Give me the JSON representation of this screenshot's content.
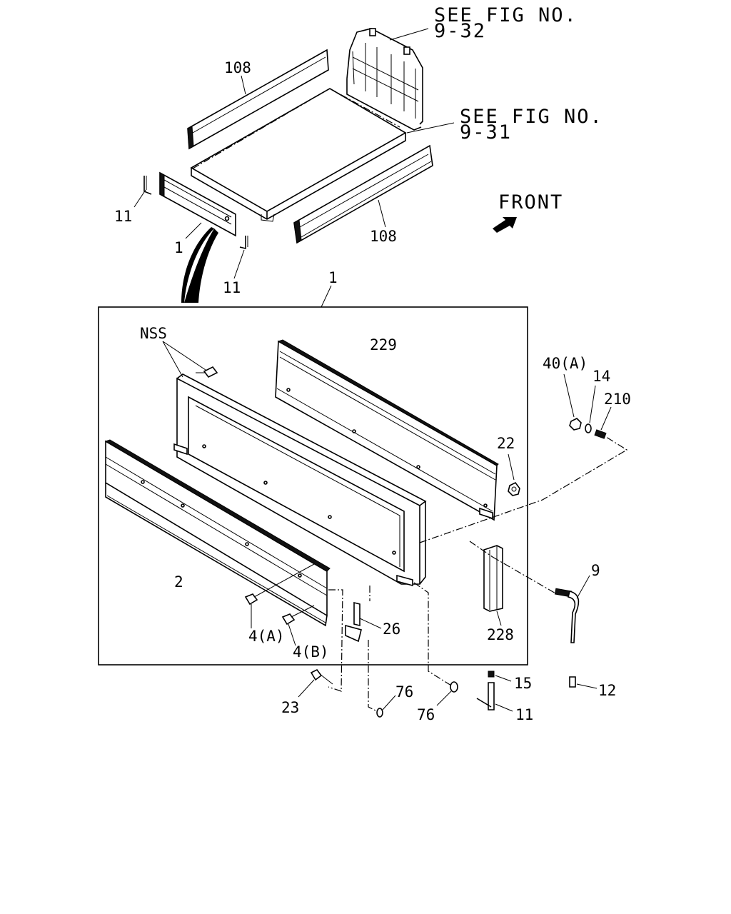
{
  "see_fig_1": {
    "line1": "SEE FIG NO.",
    "line2": "9-32"
  },
  "see_fig_2": {
    "line1": "SEE FIG NO.",
    "line2": "9-31"
  },
  "front_label": "FRONT",
  "callouts": {
    "p108_top": "108",
    "p108_bottom": "108",
    "p11_left": "11",
    "p11_mid": "11",
    "p11_lower": "11",
    "p1_left": "1",
    "p1_box": "1",
    "nss": "NSS",
    "p229": "229",
    "p22": "22",
    "p40a": "40(A)",
    "p14": "14",
    "p210": "210",
    "p2": "2",
    "p4a": "4(A)",
    "p4b": "4(B)",
    "p26": "26",
    "p228": "228",
    "p9": "9",
    "p23": "23",
    "p76_a": "76",
    "p76_b": "76",
    "p15": "15",
    "p12": "12"
  }
}
